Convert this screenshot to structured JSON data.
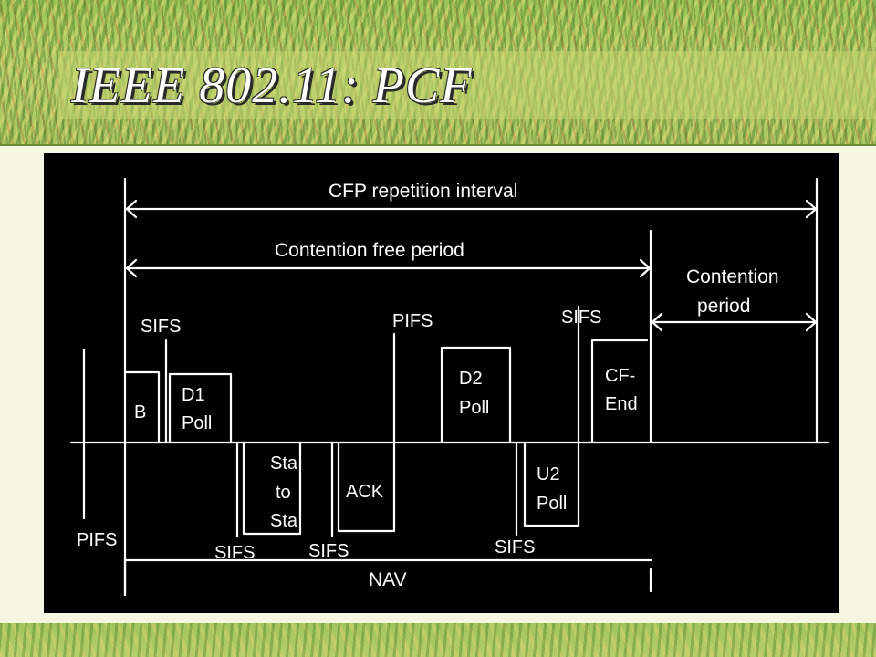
{
  "slide": {
    "title": "IEEE 802.11: PCF"
  },
  "diagram": {
    "cfp_repetition_interval": "CFP repetition interval",
    "contention_free_period": "Contention free period",
    "contention_period_line1": "Contention",
    "contention_period_line2": "period",
    "frames": {
      "beacon": "B",
      "d1_line1": "D1",
      "d1_line2": "Poll",
      "sta_line1": "Sta",
      "sta_line2": "to",
      "sta_line3": "Sta",
      "ack": "ACK",
      "d2_line1": "D2",
      "d2_line2": "Poll",
      "u2_line1": "U2",
      "u2_line2": "Poll",
      "cfend_line1": "CF-",
      "cfend_line2": "End",
      "nav": "NAV"
    },
    "spacings": {
      "pifs_left": "PIFS",
      "sifs_after_beacon": "SIFS",
      "sifs_after_d1": "SIFS",
      "sifs_after_sta": "SIFS",
      "pifs_after_ack": "PIFS",
      "sifs_after_d2": "SIFS",
      "sifs_before_cfend": "SIFS"
    }
  }
}
